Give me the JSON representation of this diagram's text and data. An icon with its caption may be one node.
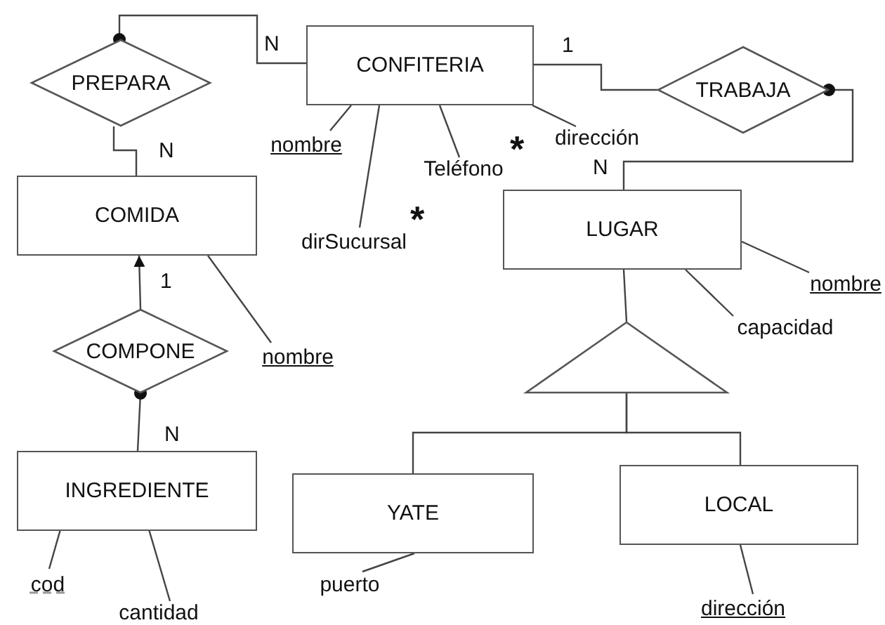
{
  "diagram": {
    "nodes": [
      {
        "text": [
          "CONFITERIA"
        ]
      },
      {
        "text": [
          "PREPARA"
        ]
      },
      {
        "text": [
          "TRABAJA"
        ]
      },
      {
        "text": [
          "nombre"
        ]
      },
      {
        "text": [
          "Teléfono"
        ]
      },
      {
        "text": [
          "dirección"
        ]
      },
      {
        "text": [
          "dirSucursal"
        ]
      },
      {
        "text": [
          "COMIDA"
        ]
      },
      {
        "text": [
          "LUGAR"
        ]
      },
      {
        "text": [
          "nombre"
        ]
      },
      {
        "text": [
          "capacidad"
        ]
      },
      {
        "text": [
          "COMPONE"
        ]
      },
      {
        "text": [
          "nombre"
        ]
      },
      {
        "text": [],
        "shape": "triangle"
      },
      {
        "text": [
          "INGREDIENTE"
        ]
      },
      {
        "text": [
          "YATE"
        ]
      },
      {
        "text": [
          "LOCAL"
        ]
      },
      {
        "text": [
          "cod"
        ]
      },
      {
        "text": [
          "cantidad"
        ]
      },
      {
        "text": [
          "puerto"
        ]
      },
      {
        "text": [
          "dirección"
        ]
      }
    ],
    "edges": [
      {
        "from": 0,
        "to": 1,
        "arrow": "other",
        "label": "N"
      },
      {
        "from": 1,
        "to": 7,
        "arrow": "none",
        "label": "N"
      },
      {
        "from": 0,
        "to": 2,
        "arrow": "none",
        "label": "1"
      },
      {
        "from": 8,
        "to": 2,
        "arrow": "other",
        "label": "N"
      },
      {
        "from": 11,
        "to": 7,
        "arrow": "to",
        "label": "1"
      },
      {
        "from": 14,
        "to": 11,
        "arrow": "other",
        "label": "N"
      },
      {
        "from": 0,
        "to": 3,
        "arrow": "none"
      },
      {
        "from": 0,
        "to": 6,
        "arrow": "none"
      },
      {
        "from": 0,
        "to": 4,
        "arrow": "none"
      },
      {
        "from": 0,
        "to": 5,
        "arrow": "none"
      },
      {
        "from": 7,
        "to": 12,
        "arrow": "none"
      },
      {
        "from": 8,
        "to": 9,
        "arrow": "none"
      },
      {
        "from": 8,
        "to": 10,
        "arrow": "none"
      },
      {
        "from": 14,
        "to": 17,
        "arrow": "none"
      },
      {
        "from": 14,
        "to": 18,
        "arrow": "none"
      },
      {
        "from": 15,
        "to": 19,
        "arrow": "none"
      },
      {
        "from": 16,
        "to": 20,
        "arrow": "none"
      },
      {
        "from": 8,
        "to": 13,
        "arrow": "none"
      },
      {
        "from": 13,
        "to": 15,
        "arrow": "none"
      },
      {
        "from": 13,
        "to": 16,
        "arrow": "none"
      }
    ],
    "labels": [
      "*",
      "*"
    ]
  }
}
